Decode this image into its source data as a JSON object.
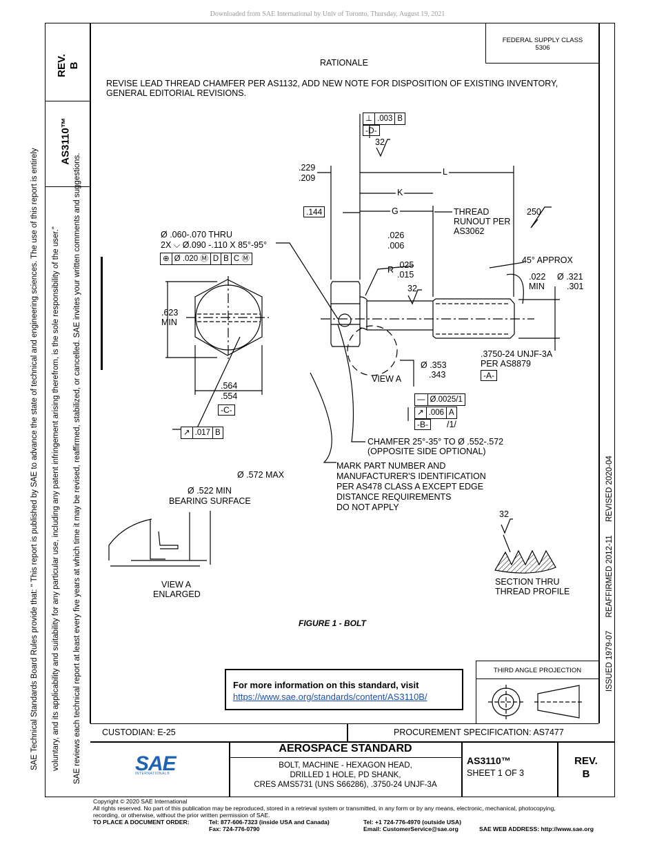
{
  "download_banner": "Downloaded from SAE International by Univ of Toronto, Thursday, August 19, 2021",
  "side_block": {
    "rev": "REV.",
    "rev_letter": "B",
    "doc_number": "AS3110™"
  },
  "legal_side_text": {
    "line1": "SAE Technical Standards Board Rules provide that: \"  This report is published by SAE to advance the state of technical and engineering sciences. The use of this report is entirely",
    "line2": "voluntary, and its applicability and suitability for any particular use, including any patent infringement arising therefrom, is the sole responsibility of the user.\"",
    "line3": "SAE reviews each technical report at least every five years at which time it may be revised, reaffirmed, stabilized, or cancelled. SAE invites your written comments and suggestions."
  },
  "federal_supply": {
    "line1": "FEDERAL SUPPLY CLASS",
    "line2": "5306"
  },
  "rationale": {
    "title": "RATIONALE",
    "text": "REVISE LEAD THREAD CHAMFER PER AS1132, ADD NEW NOTE FOR DISPOSITION OF EXISTING INVENTORY, GENERAL EDITORIAL REVISIONS."
  },
  "history": {
    "issued": "ISSUED 1979-07",
    "reaffirmed": "REAFFIRMED 2012-11",
    "revised": "REVISED 2020-04"
  },
  "drawing": {
    "perp_tol": ".003",
    "perp_datum": "B",
    "datum_d": "-D-",
    "finish_32_top": "32",
    "dim_229": ".229",
    "dim_209": ".209",
    "dim_L": "L",
    "dim_K": "K",
    "dim_G": "G",
    "dim_144": ".144",
    "thread_runout": "THREAD\nRUNOUT PER\nAS3062",
    "finish_250": "250",
    "hole_note1": "Ø .060-.070 THRU",
    "hole_note2": "2X ⌵ Ø.090 -.110 X 85°-95°",
    "pos_tol": "Ø .020 Ⓜ",
    "pos_d": "D",
    "pos_b": "B",
    "pos_c": "C Ⓜ",
    "dim_026": ".026",
    "dim_006": ".006",
    "r_label": "R",
    "r_025": ".025",
    "r_015": ".015",
    "approx45": "45° APPROX",
    "dim_022": ".022",
    "min": "MIN",
    "dia_321": "Ø .321",
    "dia_301": ".301",
    "finish_32_mid": "32",
    "dim_623": ".623",
    "min2": "MIN",
    "thread_spec": ".3750-24 UNJF-3A",
    "thread_per": "PER AS8879",
    "datum_a": "-A-",
    "dia_353": "Ø .353",
    "dia_343": ".343",
    "view_a": "VIEW A",
    "dim_564": ".564",
    "dim_554": ".554",
    "datum_c": "-C-",
    "straightness": "Ø.0025/1",
    "runout_006": ".006",
    "runout_datum": "A",
    "datum_b": "-B-",
    "per_inch": "/1/",
    "runout_017": ".017",
    "runout_017_datum": "B",
    "chamfer1": "CHAMFER 25°-35° TO Ø .552-.572",
    "chamfer2": "(OPPOSITE SIDE OPTIONAL)",
    "mark1": "MARK PART NUMBER AND",
    "mark2": "MANUFACTURER'S IDENTIFICATION",
    "mark3": "PER AS478 CLASS A EXCEPT EDGE",
    "mark4": "DISTANCE REQUIREMENTS",
    "mark5": "DO NOT APPLY",
    "dia_572": "Ø .572 MAX",
    "dia_522": "Ø .522 MIN",
    "bearing": "BEARING SURFACE",
    "finish_32_thread": "32",
    "view_a_enl1": "VIEW A",
    "view_a_enl2": "ENLARGED",
    "section1": "SECTION THRU",
    "section2": "THREAD PROFILE"
  },
  "figure_title": "FIGURE 1 - BOLT",
  "info_box": {
    "title": "For more information on this standard, visit",
    "link": "https://www.sae.org/standards/content/AS3110B/"
  },
  "third_angle": "THIRD ANGLE PROJECTION",
  "custodian": "CUSTODIAN: E-25",
  "procurement": "PROCUREMENT SPECIFICATION: AS7477",
  "title_block": {
    "logo_text": "SAE",
    "logo_sub": "INTERNATIONAL®",
    "heading": "AEROSPACE STANDARD",
    "desc1": "BOLT, MACHINE - HEXAGON HEAD,",
    "desc2": "DRILLED 1 HOLE, PD SHANK,",
    "desc3": "CRES AMS5731 (UNS S66286), .3750-24 UNJF-3A",
    "number": "AS3110™",
    "sheet": "SHEET 1 OF 3",
    "rev": "REV.",
    "rev_letter": "B"
  },
  "footer": {
    "copyright": "Copyright © 2020 SAE International",
    "rights": "All rights reserved. No part of this publication may be reproduced, stored in a retrieval system or transmitted, in any form or by any means, electronic, mechanical, photocopying,",
    "rights2": "recording, or otherwise, without the prior written permission of SAE.",
    "order_label": "TO PLACE A DOCUMENT ORDER:",
    "tel_us": "Tel: 877-606-7323 (inside USA and Canada)",
    "fax": "Fax: 724-776-0790",
    "tel_intl": "Tel: +1 724-776-4970 (outside USA)",
    "email": "Email: CustomerService@sae.org",
    "web": "SAE WEB ADDRESS: http://www.sae.org"
  }
}
